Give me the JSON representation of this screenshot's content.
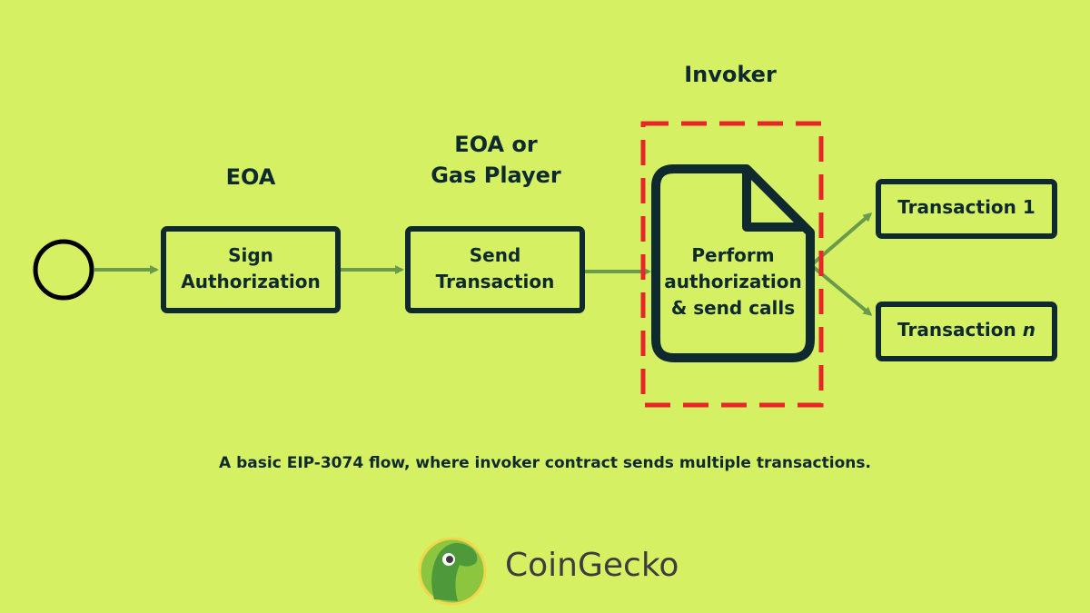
{
  "diagram": {
    "nodes": {
      "eoa_heading": "EOA",
      "eoa_gas_heading": "EOA or\nGas Player",
      "invoker_heading": "Invoker",
      "sign_authorization": "Sign\nAuthorization",
      "send_transaction": "Send\nTransaction",
      "perform_calls": "Perform\nauthorization\n& send calls",
      "transaction_1": "Transaction 1",
      "transaction_n_prefix": "Transaction ",
      "transaction_n_var": "n"
    },
    "caption": "A basic EIP-3074 flow, where invoker contract sends multiple transactions."
  },
  "brand": {
    "name": "CoinGecko",
    "logo_icon": "gecko-logo-icon"
  },
  "colors": {
    "background": "#d6f064",
    "stroke": "#0f2a2e",
    "arrow": "#6a9a4c",
    "invoker_dash": "#e8262a",
    "gecko_green": "#8cc63f"
  }
}
